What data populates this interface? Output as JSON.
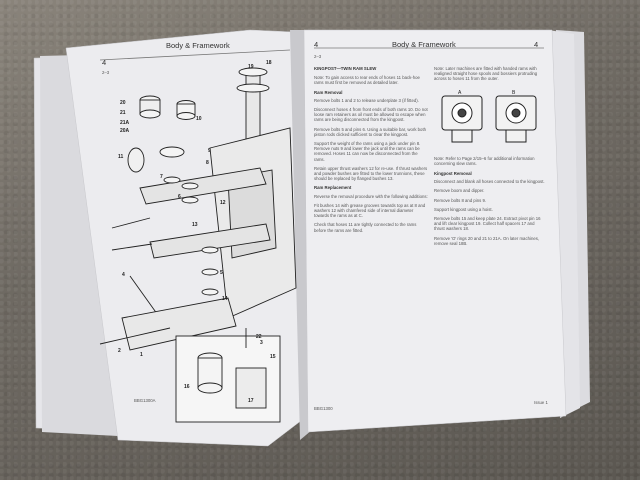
{
  "left_page": {
    "header_title": "Body & Framework",
    "page_number": "4",
    "section_ref": "2–3",
    "footer_code": "BBG1300A",
    "callout_numbers": [
      "19",
      "18",
      "20",
      "21",
      "21A",
      "20A",
      "11",
      "10",
      "9",
      "8",
      "7",
      "6",
      "5",
      "4",
      "3",
      "2",
      "1",
      "12",
      "13",
      "14",
      "15",
      "16",
      "17",
      "22"
    ]
  },
  "right_page": {
    "header_title": "Body & Framework",
    "page_number_left": "4",
    "page_number_right": "4",
    "section_ref": "2–3",
    "section_title": "KINGPOST—TWIN RAM SLEW",
    "intro_text": "Note: To gain access to rear ends of hoses 11 back-hoe rams must first be removed as detailed later.",
    "ram_removal_heading": "Ram Removal",
    "ram_removal_paragraphs": [
      "Remove bolts 1 and 2 to release underplate 3 (if fitted).",
      "Disconnect hoses 4 from front ends of both rams 10. Do not loose ram retainers as oil must be allowed to escape when rams are being disconnected from the kingpost.",
      "Remove bolts 5 and pins 6. Using a suitable bar, work both piston rods clicked sufficient to clear the kingpost.",
      "Support the weight of the rams using a jack under pin 8. Remove nuts 9 and lower the jack until the rams can be removed. Hoses 11 can now be disconnected from the rams.",
      "Retain upper thrust washers 12 for re-use. If thrust washers and powder bushes are fitted to the lower trunnions, these should be replaced by flanged bushes 13."
    ],
    "ram_replacement_heading": "Ram Replacement",
    "ram_replacement_paragraphs": [
      "Reverse the removal procedure with the following additions:",
      "Fit bushes 14 with grease grooves towards top as at 8 and washers 12 with chamfered side of internal diameter towards the rams as at C.",
      "Check that hoses 11 are tightly connected to the rams before the rams are fitted."
    ],
    "note_top_right": "Note: Later machines are fitted with handed rams with realigned straight hose spools and bossiers protruding across to hoses 11 from the outer.",
    "figure_labels": [
      "A",
      "B"
    ],
    "figure_note": "Note: Refer to Page 2/15–6 for additional information concerning slew rams.",
    "kingpost_removal_heading": "Kingpost Removal",
    "kingpost_removal_paragraphs": [
      "Disconnect and blank all hoses connected to the kingpost.",
      "Remove boom and dipper.",
      "Remove bolts 8 and pins 9.",
      "Support kingpost using a hoist.",
      "Remove bolts 15 and keep plate 24. Extract pivot pin 16 and lift clear kingpost 19. Collect half spacers 17 and thrust washers 18.",
      "Remove 'O' rings 20 and 21 to 21A. On later machines, remove seal 18B."
    ],
    "footer_code_left": "BBG1300",
    "footer_code_right": "Issue 1"
  },
  "colors": {
    "paper": "#eeeef0",
    "carpet": "#6f6a63",
    "ink": "#333333"
  }
}
